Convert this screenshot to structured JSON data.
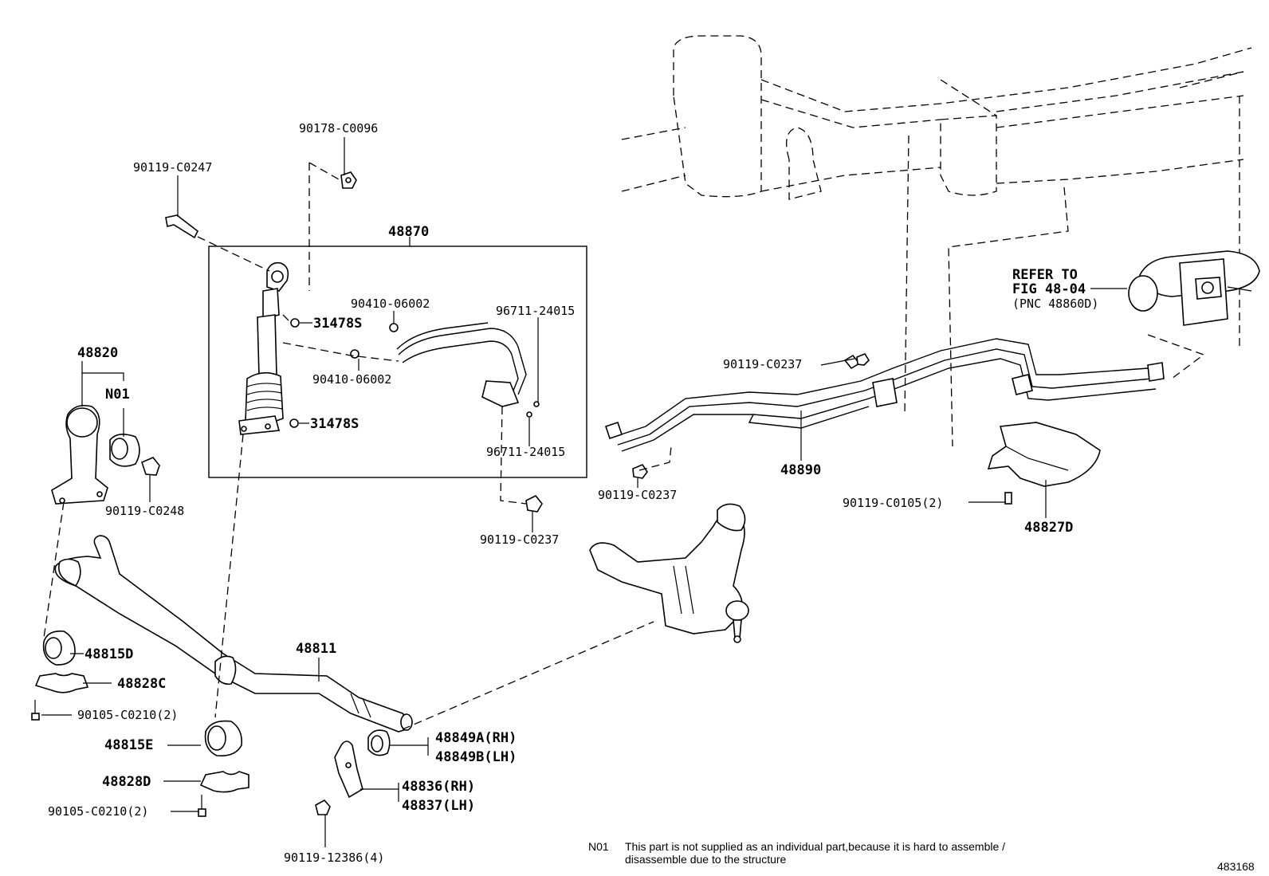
{
  "labels": {
    "p90178_C0096": "90178-C0096",
    "p90119_C0247": "90119-C0247",
    "p48870": "48870",
    "p90410_06002_a": "90410-06002",
    "p96711_24015_a": "96711-24015",
    "p31478S_a": "31478S",
    "p90410_06002_b": "90410-06002",
    "p31478S_b": "31478S",
    "p96711_24015_b": "96711-24015",
    "p48820": "48820",
    "pN01": "N01",
    "p90119_C0248": "90119-C0248",
    "p90119_C0237_a": "90119-C0237",
    "p90119_C0237_b": "90119-C0237",
    "p90119_C0237_c": "90119-C0237",
    "p48890": "48890",
    "p90119_C0105": "90119-C0105(2)",
    "p48827D": "48827D",
    "refer_line1": "REFER TO",
    "refer_line2": "FIG 48-04",
    "refer_line3": "(PNC 48860D)",
    "p48811": "48811",
    "p48815D": "48815D",
    "p48828C": "48828C",
    "p90105_C0210_a": "90105-C0210(2)",
    "p48815E": "48815E",
    "p48828D": "48828D",
    "p90105_C0210_b": "90105-C0210(2)",
    "p48849A": "48849A(RH)",
    "p48849B": "48849B(LH)",
    "p48836": "48836(RH)",
    "p48837": "48837(LH)",
    "p90119_12386": "90119-12386(4)"
  },
  "footnote": {
    "code": "N01",
    "line1": "This part is not supplied as an individual part,because it is hard to assemble /",
    "line2": "disassemble due to the structure"
  },
  "figure_id": "483168"
}
